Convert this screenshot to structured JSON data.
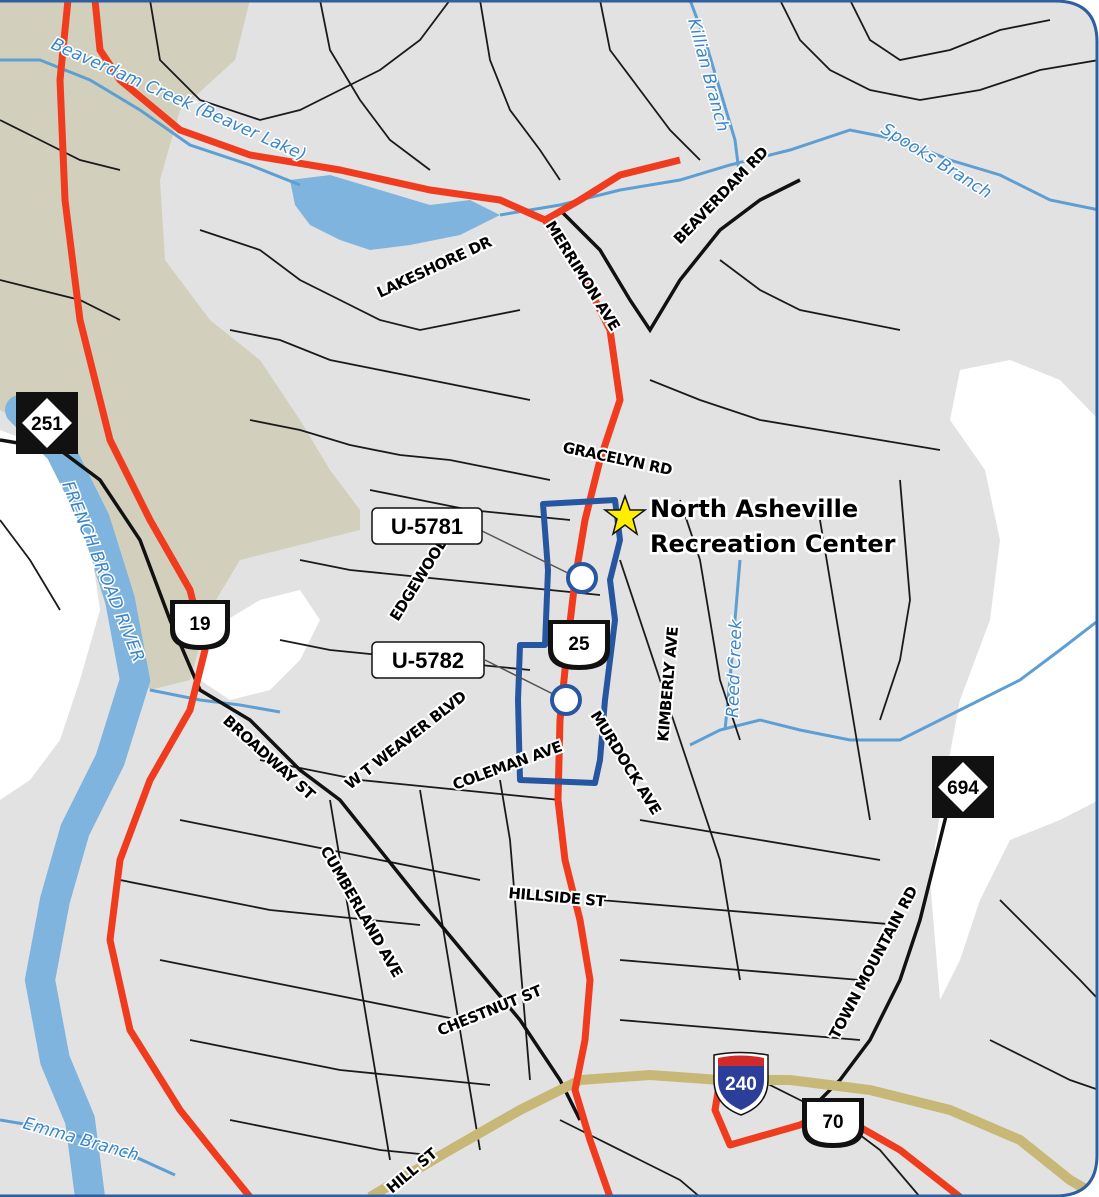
{
  "colors": {
    "land": "#e2e2e2",
    "park": "#d2d0bc",
    "water": "#7eb4de",
    "water_line": "#5e9fd3",
    "major_road": "#f03c1e",
    "street": "#1a1a1a",
    "study_area": "#2756a0",
    "frame": "#2f5f9e",
    "star": "#ffee00"
  },
  "streets": {
    "merrimon": "MERRIMON AVE",
    "beaverdam": "BEAVERDAM RD",
    "lakeshore": "LAKESHORE DR",
    "gracelyn": "GRACELYN RD",
    "edgewood": "EDGEWOOD RD",
    "kimberly": "KIMBERLY AVE",
    "weaver": "W T WEAVER BLVD",
    "murdock": "MURDOCK AVE",
    "coleman": "COLEMAN AVE",
    "broadway": "BROADWAY ST",
    "cumberland": "CUMBERLAND AVE",
    "hillside": "HILLSIDE ST",
    "chestnut": "CHESTNUT ST",
    "town_mountain": "TOWN MOUNTAIN RD",
    "hill": "HILL ST"
  },
  "water": {
    "beaverdam_creek": "Beaverdam Creek (Beaver Lake)",
    "killian": "Killian Branch",
    "spooks": "Spooks Branch",
    "reed": "Reed Creek",
    "french_broad": "FRENCH BROAD RIVER",
    "emma": "Emma Branch"
  },
  "shields": {
    "nc251": "251",
    "us19": "19",
    "us25": "25",
    "nc694": "694",
    "i240": "240",
    "us70": "70"
  },
  "projects": {
    "u5781": "U-5781",
    "u5782": "U-5782"
  },
  "poi": {
    "line1": "North Asheville",
    "line2": "Recreation Center"
  }
}
